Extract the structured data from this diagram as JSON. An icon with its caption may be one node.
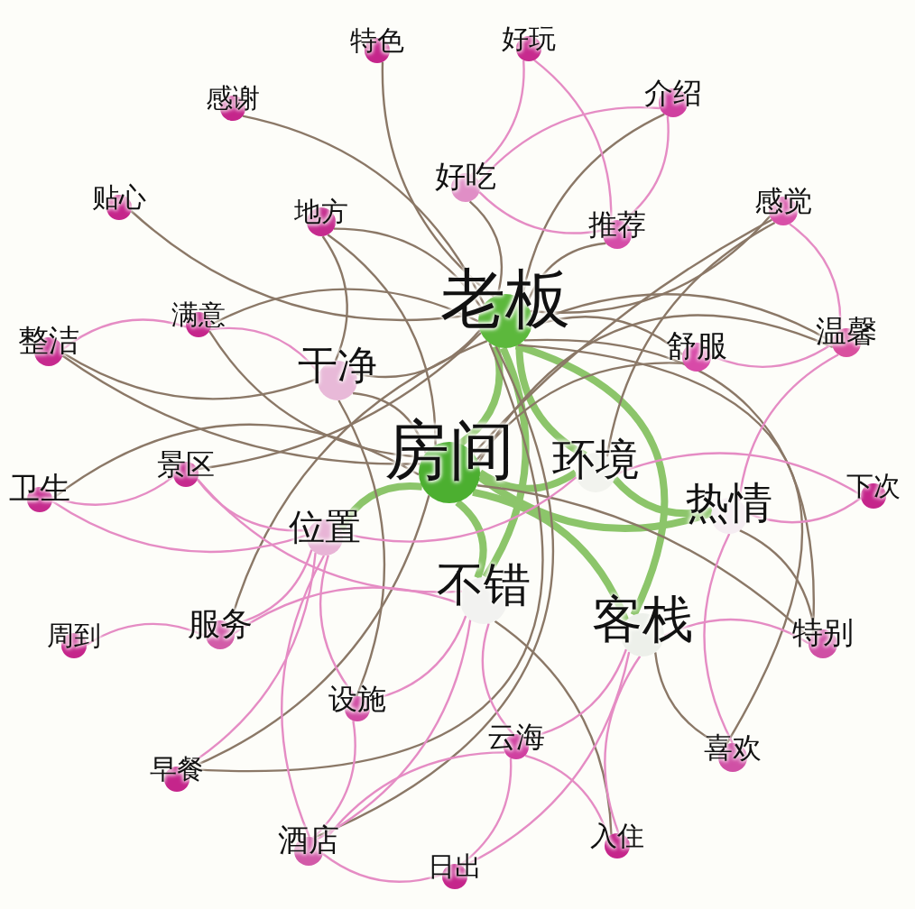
{
  "diagram": {
    "nodes": [
      {
        "text": [
          "老板"
        ]
      },
      {
        "text": [
          "房间"
        ]
      },
      {
        "text": [
          "环境"
        ]
      },
      {
        "text": [
          "不错"
        ]
      },
      {
        "text": [
          "客栈"
        ]
      },
      {
        "text": [
          "热情"
        ]
      },
      {
        "text": [
          "干净"
        ]
      },
      {
        "text": [
          "位置"
        ]
      },
      {
        "text": [
          "舒服"
        ]
      },
      {
        "text": [
          "好吃"
        ]
      },
      {
        "text": [
          "推荐"
        ]
      },
      {
        "text": [
          "介绍"
        ]
      },
      {
        "text": [
          "感觉"
        ]
      },
      {
        "text": [
          "温馨"
        ]
      },
      {
        "text": [
          "好玩"
        ]
      },
      {
        "text": [
          "特色"
        ]
      },
      {
        "text": [
          "感谢"
        ]
      },
      {
        "text": [
          "贴心"
        ]
      },
      {
        "text": [
          "地方"
        ]
      },
      {
        "text": [
          "满意"
        ]
      },
      {
        "text": [
          "整洁"
        ]
      },
      {
        "text": [
          "景区"
        ]
      },
      {
        "text": [
          "卫生"
        ]
      },
      {
        "text": [
          "服务"
        ]
      },
      {
        "text": [
          "周到"
        ]
      },
      {
        "text": [
          "设施"
        ]
      },
      {
        "text": [
          "早餐"
        ]
      },
      {
        "text": [
          "酒店"
        ]
      },
      {
        "text": [
          "日出"
        ]
      },
      {
        "text": [
          "云海"
        ]
      },
      {
        "text": [
          "入住"
        ]
      },
      {
        "text": [
          "喜欢"
        ]
      },
      {
        "text": [
          "特别"
        ]
      },
      {
        "text": [
          "下次"
        ]
      }
    ],
    "edges": [
      {
        "from": 0,
        "to": 1,
        "arrow": "none",
        "style": "thick",
        "color": "#8cc56a"
      },
      {
        "from": 1,
        "to": 2,
        "arrow": "none",
        "style": "thick",
        "color": "#8cc56a"
      },
      {
        "from": 1,
        "to": 3,
        "arrow": "none",
        "style": "thick",
        "color": "#8cc56a"
      },
      {
        "from": 1,
        "to": 4,
        "arrow": "none",
        "style": "thick",
        "color": "#8cc56a"
      },
      {
        "from": 1,
        "to": 5,
        "arrow": "none",
        "style": "thick",
        "color": "#8cc56a"
      },
      {
        "from": 0,
        "to": 2,
        "arrow": "none",
        "style": "thick",
        "color": "#8cc56a"
      },
      {
        "from": 0,
        "to": 4,
        "arrow": "none",
        "style": "thick",
        "color": "#8cc56a"
      },
      {
        "from": 1,
        "to": 7,
        "arrow": "none",
        "style": "thick",
        "color": "#8cc56a"
      },
      {
        "from": 0,
        "to": 3,
        "arrow": "none",
        "style": "thick",
        "color": "#8cc56a"
      },
      {
        "from": 2,
        "to": 5,
        "arrow": "none",
        "style": "thick",
        "color": "#8cc56a"
      },
      {
        "from": 0,
        "to": 6,
        "arrow": "none",
        "color": "#8b7867"
      },
      {
        "from": 0,
        "to": 9,
        "arrow": "none",
        "color": "#8b7867"
      },
      {
        "from": 0,
        "to": 10,
        "arrow": "none",
        "color": "#8b7867"
      },
      {
        "from": 0,
        "to": 11,
        "arrow": "none",
        "color": "#8b7867"
      },
      {
        "from": 0,
        "to": 12,
        "arrow": "none",
        "color": "#8b7867"
      },
      {
        "from": 0,
        "to": 13,
        "arrow": "none",
        "color": "#8b7867"
      },
      {
        "from": 0,
        "to": 8,
        "arrow": "none",
        "color": "#8b7867"
      },
      {
        "from": 0,
        "to": 18,
        "arrow": "none",
        "color": "#8b7867"
      },
      {
        "from": 0,
        "to": 16,
        "arrow": "none",
        "color": "#8b7867"
      },
      {
        "from": 0,
        "to": 15,
        "arrow": "none",
        "color": "#8b7867"
      },
      {
        "from": 0,
        "to": 17,
        "arrow": "none",
        "color": "#8b7867"
      },
      {
        "from": 0,
        "to": 19,
        "arrow": "none",
        "color": "#8b7867"
      },
      {
        "from": 0,
        "to": 21,
        "arrow": "none",
        "color": "#8b7867"
      },
      {
        "from": 0,
        "to": 23,
        "arrow": "none",
        "color": "#8b7867"
      },
      {
        "from": 6,
        "to": 25,
        "arrow": "none",
        "color": "#8b7867"
      },
      {
        "from": 0,
        "to": 26,
        "arrow": "none",
        "color": "#8b7867"
      },
      {
        "from": 0,
        "to": 27,
        "arrow": "none",
        "color": "#8b7867"
      },
      {
        "from": 0,
        "to": 32,
        "arrow": "none",
        "color": "#8b7867"
      },
      {
        "from": 0,
        "to": 31,
        "arrow": "none",
        "color": "#8b7867"
      },
      {
        "from": 1,
        "to": 6,
        "arrow": "none",
        "color": "#8b7867"
      },
      {
        "from": 1,
        "to": 18,
        "arrow": "none",
        "color": "#8b7867"
      },
      {
        "from": 1,
        "to": 19,
        "arrow": "none",
        "color": "#8b7867"
      },
      {
        "from": 1,
        "to": 20,
        "arrow": "none",
        "color": "#8b7867"
      },
      {
        "from": 1,
        "to": 8,
        "arrow": "none",
        "color": "#8b7867"
      },
      {
        "from": 1,
        "to": 12,
        "arrow": "none",
        "color": "#8b7867"
      },
      {
        "from": 1,
        "to": 13,
        "arrow": "none",
        "color": "#8b7867"
      },
      {
        "from": 1,
        "to": 22,
        "arrow": "none",
        "color": "#8b7867"
      },
      {
        "from": 1,
        "to": 26,
        "arrow": "none",
        "color": "#8b7867"
      },
      {
        "from": 1,
        "to": 32,
        "arrow": "none",
        "color": "#8b7867"
      },
      {
        "from": 6,
        "to": 18,
        "arrow": "none",
        "color": "#8b7867"
      },
      {
        "from": 6,
        "to": 20,
        "arrow": "none",
        "color": "#8b7867"
      },
      {
        "from": 2,
        "to": 12,
        "arrow": "none",
        "color": "#8b7867"
      },
      {
        "from": 5,
        "to": 32,
        "arrow": "none",
        "color": "#8b7867"
      },
      {
        "from": 4,
        "to": 31,
        "arrow": "none",
        "color": "#8b7867"
      },
      {
        "from": 3,
        "to": 30,
        "arrow": "none",
        "color": "#8b7867"
      },
      {
        "from": 6,
        "to": 19,
        "arrow": "none"
      },
      {
        "from": 7,
        "to": 21,
        "arrow": "none"
      },
      {
        "from": 7,
        "to": 22,
        "arrow": "none"
      },
      {
        "from": 7,
        "to": 23,
        "arrow": "none"
      },
      {
        "from": 7,
        "to": 25,
        "arrow": "none"
      },
      {
        "from": 7,
        "to": 27,
        "arrow": "none"
      },
      {
        "from": 23,
        "to": 24,
        "arrow": "none"
      },
      {
        "from": 25,
        "to": 27,
        "arrow": "none"
      },
      {
        "from": 27,
        "to": 28,
        "arrow": "none"
      },
      {
        "from": 29,
        "to": 28,
        "arrow": "none"
      },
      {
        "from": 29,
        "to": 27,
        "arrow": "none"
      },
      {
        "from": 29,
        "to": 30,
        "arrow": "none"
      },
      {
        "from": 4,
        "to": 30,
        "arrow": "none"
      },
      {
        "from": 4,
        "to": 32,
        "arrow": "none"
      },
      {
        "from": 5,
        "to": 33,
        "arrow": "none"
      },
      {
        "from": 5,
        "to": 13,
        "arrow": "none"
      },
      {
        "from": 3,
        "to": 29,
        "arrow": "none"
      },
      {
        "from": 3,
        "to": 25,
        "arrow": "none"
      },
      {
        "from": 3,
        "to": 23,
        "arrow": "none"
      },
      {
        "from": 14,
        "to": 9,
        "arrow": "none"
      },
      {
        "from": 11,
        "to": 9,
        "arrow": "none"
      },
      {
        "from": 10,
        "to": 9,
        "arrow": "none"
      },
      {
        "from": 8,
        "to": 13,
        "arrow": "none"
      },
      {
        "from": 12,
        "to": 13,
        "arrow": "none"
      },
      {
        "from": 10,
        "to": 11,
        "arrow": "none"
      },
      {
        "from": 4,
        "to": 29,
        "arrow": "none"
      },
      {
        "from": 5,
        "to": 31,
        "arrow": "none"
      },
      {
        "from": 2,
        "to": 33,
        "arrow": "none"
      },
      {
        "from": 3,
        "to": 27,
        "arrow": "none"
      },
      {
        "from": 2,
        "to": 7,
        "arrow": "none"
      },
      {
        "from": 7,
        "to": 26,
        "arrow": "none"
      },
      {
        "from": 21,
        "to": 22,
        "arrow": "none"
      },
      {
        "from": 19,
        "to": 20,
        "arrow": "none"
      },
      {
        "from": 14,
        "to": 10,
        "arrow": "none"
      },
      {
        "from": 3,
        "to": 21,
        "arrow": "none"
      },
      {
        "from": 4,
        "to": 28,
        "arrow": "none"
      }
    ]
  }
}
